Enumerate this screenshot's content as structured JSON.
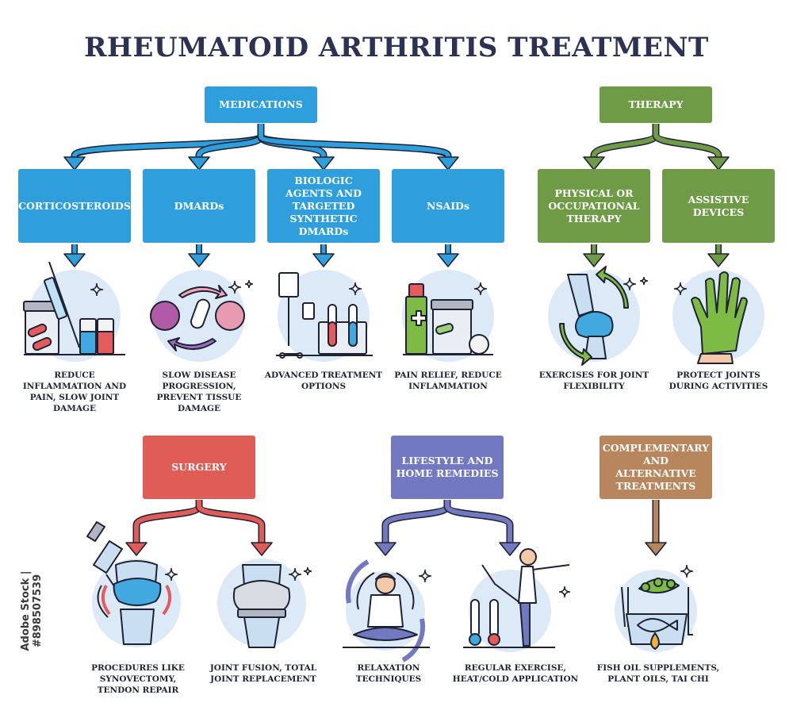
{
  "title": "RHEUMATOID ARTHRITIS TREATMENT",
  "credit": "Adobe Stock | #898507539",
  "colors": {
    "title": "#2b3253",
    "medications": "#2e9fdc",
    "therapy": "#6f9b46",
    "surgery": "#df5c57",
    "lifestyle": "#7279c1",
    "complementary": "#b7865d",
    "outline": "#1e2233",
    "circle": "#dce9f6"
  },
  "medications": {
    "label": "MEDICATIONS",
    "items": [
      {
        "label": "CORTICOSTEROIDS",
        "caption": "REDUCE INFLAMMATION AND PAIN, SLOW JOINT DAMAGE",
        "icon": "syringe-pill-jars-icon"
      },
      {
        "label": "DMARDs",
        "caption": "SLOW DISEASE PROGRESSION, PREVENT TISSUE DAMAGE",
        "icon": "pill-virus-cycle-icon"
      },
      {
        "label": "BIOLOGIC AGENTS AND TARGETED SYNTHETIC DMARDs",
        "caption": "ADVANCED TREATMENT OPTIONS",
        "icon": "iv-drip-test-tubes-icon"
      },
      {
        "label": "NSAIDs",
        "caption": "PAIN RELIEF, REDUCE INFLAMMATION",
        "icon": "cream-tube-pill-jar-icon"
      }
    ]
  },
  "therapy": {
    "label": "THERAPY",
    "items": [
      {
        "label": "PHYSICAL OR OCCUPATIONAL THERAPY",
        "caption": "EXERCISES FOR JOINT FLEXIBILITY",
        "icon": "knee-joint-rotation-icon"
      },
      {
        "label": "ASSISTIVE DEVICES",
        "caption": "PROTECT JOINTS DURING ACTIVITIES",
        "icon": "gloved-hand-icon"
      }
    ]
  },
  "surgery": {
    "label": "SURGERY",
    "items": [
      {
        "caption": "PROCEDURES LIKE SYNOVECTOMY, TENDON REPAIR",
        "icon": "knee-injection-icon"
      },
      {
        "caption": "JOINT FUSION, TOTAL JOINT REPLACEMENT",
        "icon": "knee-implant-icon"
      }
    ]
  },
  "lifestyle": {
    "label": "LIFESTYLE AND HOME REMEDIES",
    "items": [
      {
        "caption": "RELAXATION TECHNIQUES",
        "icon": "meditating-person-icon"
      },
      {
        "caption": "REGULAR EXERCISE, HEAT/COLD APPLICATION",
        "icon": "stretching-woman-thermometers-icon"
      }
    ]
  },
  "complementary": {
    "label": "COMPLEMENTARY AND ALTERNATIVE TREATMENTS",
    "items": [
      {
        "caption": "FISH OIL SUPPLEMENTS, PLANT OILS, TAI CHI",
        "icon": "fish-beans-oil-plate-icon"
      }
    ]
  }
}
